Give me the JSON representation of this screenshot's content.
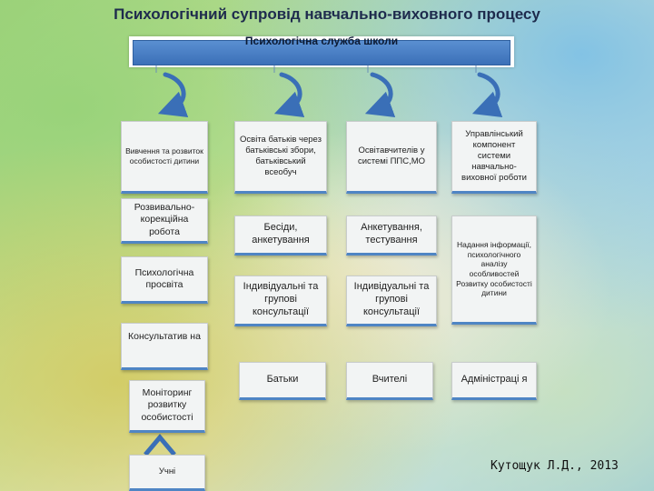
{
  "title": "Психологічний супровід навчально-виховного процесу",
  "banner": "Психологічна служба школи",
  "columns": [
    {
      "top": "Вивчення та розвиток особистості дитини",
      "items": [
        "Розвивально-корекційна робота",
        "Психологічна просвіта",
        "Консультатив на",
        "Моніторинг розвитку особистості"
      ],
      "bottom": "Учні"
    },
    {
      "top": "Освіта батьків через батьківські збори, батьківський всеобуч",
      "items": [
        "Бесіди, анкетування",
        "Індивідуальні та групові консультації"
      ],
      "bottom": "Батьки"
    },
    {
      "top": "Освітавчителів у системі ППС,МО",
      "items": [
        "Анкетування, тестування",
        "Індивідуальні та групові консультації"
      ],
      "bottom": "Вчителі"
    },
    {
      "top": "Управлінський компонент системи навчально-виховної роботи",
      "items": [
        "Надання інформації, психологічного аналізу особливостей Розвитку особистості дитини"
      ],
      "bottom": "Адміністраці я"
    }
  ],
  "author": "Кутощук Л.Д., 2013",
  "colors": {
    "title": "#1e2b4d",
    "banner": "#3b70b8",
    "box_border": "#4f85c4",
    "arrow": "#3a6fb7"
  }
}
